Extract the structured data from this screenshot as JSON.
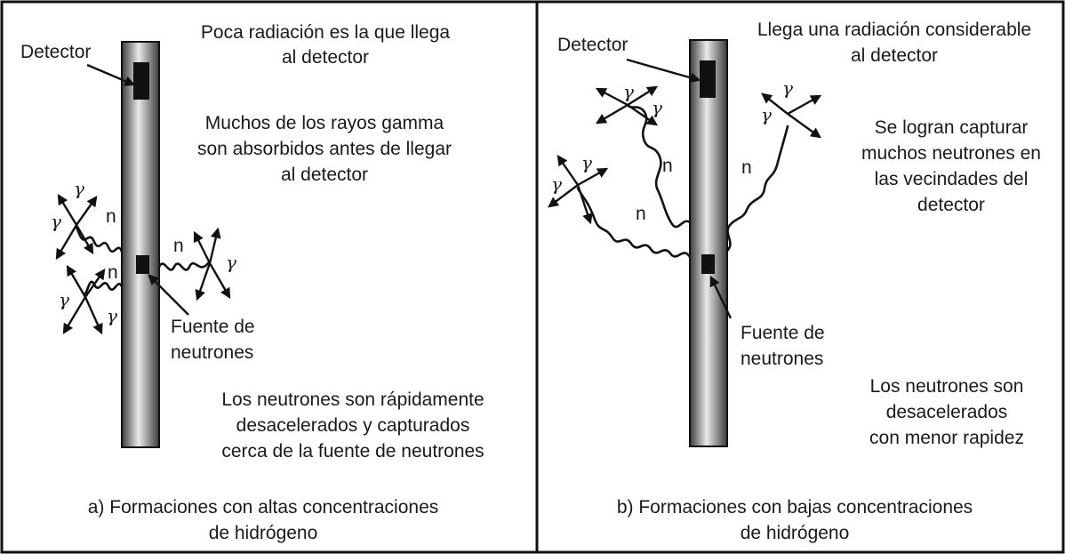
{
  "panel_a": {
    "title_line1": "Poca radiación es la que llega",
    "title_line2": "al detector",
    "detector_label": "Detector",
    "gamma_line1": "Muchos de los rayos gamma",
    "gamma_line2": "son absorbidos antes de llegar",
    "gamma_line3": "al detector",
    "source_line1": "Fuente de",
    "source_line2": "neutrones",
    "neutron_line1": "Los neutrones son rápidamente",
    "neutron_line2": "desacelerados y capturados",
    "neutron_line3": "cerca de la fuente de neutrones",
    "caption_line1": "a) Formaciones con altas concentraciones",
    "caption_line2": "de hidrógeno"
  },
  "panel_b": {
    "title_line1": "Llega una radiación considerable",
    "title_line2": "al detector",
    "detector_label": "Detector",
    "capture_line1": "Se logran capturar",
    "capture_line2": "muchos neutrones en",
    "capture_line3": "las vecindades del",
    "capture_line4": "detector",
    "source_line1": "Fuente de",
    "source_line2": "neutrones",
    "neutron_line1": "Los neutrones son",
    "neutron_line2": "desacelerados",
    "neutron_line3": "con menor rapidez",
    "caption_line1": "b) Formaciones con bajas concentraciones",
    "caption_line2": "de hidrógeno"
  },
  "symbols": {
    "gamma": "γ",
    "neutron": "n"
  }
}
